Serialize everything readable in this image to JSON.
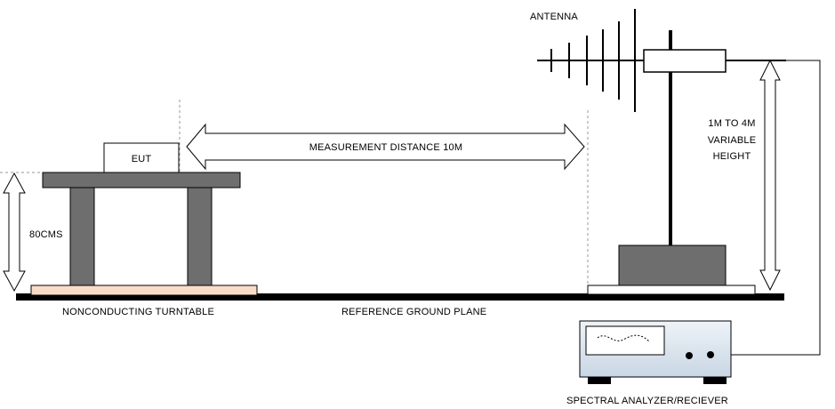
{
  "labels": {
    "antenna": "ANTENNA",
    "eut": "EUT",
    "measurement_distance": "MEASUREMENT DISTANCE 10M",
    "height_line1": "1M TO 4M",
    "height_line2": "VARIABLE",
    "height_line3": "HEIGHT",
    "table_height": "80CMS",
    "turntable": "NONCONDUCTING TURNTABLE",
    "ground_plane": "REFERENCE GROUND PLANE",
    "analyzer": "SPECTRAL ANALYZER/RECIEVER"
  },
  "colors": {
    "line": "#000000",
    "table_gray": "#6e6e6e",
    "turntable_fill": "#f9dcc8",
    "analyzer_fill": "#dde6f0",
    "screen_fill": "#ffffff"
  }
}
